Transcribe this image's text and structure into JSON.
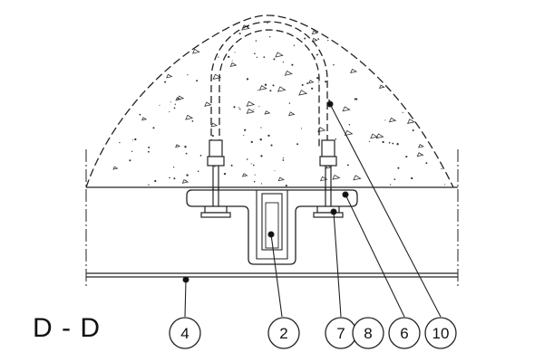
{
  "section_label": "D - D",
  "callouts": [
    {
      "id": "c4",
      "text": "4"
    },
    {
      "id": "c2",
      "text": "2"
    },
    {
      "id": "c7",
      "text": "7"
    },
    {
      "id": "c8",
      "text": "8"
    },
    {
      "id": "c6",
      "text": "6"
    },
    {
      "id": "c10",
      "text": "10"
    }
  ]
}
